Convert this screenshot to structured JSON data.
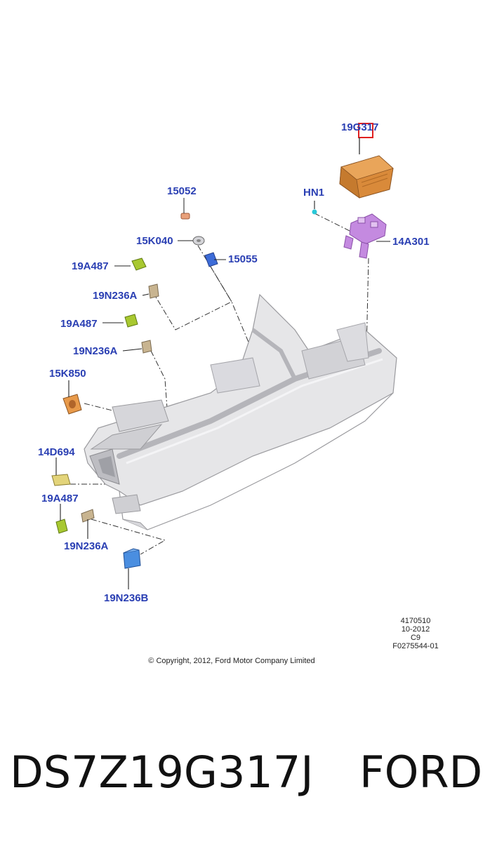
{
  "callouts": {
    "c19G317": "19G317",
    "cHN1": "HN1",
    "c14A301": "14A301",
    "c15052": "15052",
    "c15K040": "15K040",
    "c15055": "15055",
    "c19A487a": "19A487",
    "c19N236Aa": "19N236A",
    "c19A487b": "19A487",
    "c19N236Ab": "19N236A",
    "c15K850": "15K850",
    "c14D694": "14D694",
    "c19A487c": "19A487",
    "c19N236Ac": "19N236A",
    "c19N236B": "19N236B"
  },
  "meta": {
    "line1": "4170510",
    "line2": "10-2012",
    "line3": "C9",
    "line4": "F0275544-01"
  },
  "copyright": "© Copyright, 2012, Ford Motor Company Limited",
  "footer": {
    "part_number": "DS7Z19G317J",
    "brand": "FORD"
  },
  "colors": {
    "label": "#2a3fb3",
    "highlight_box": "#e02020",
    "module": "#d98a3a",
    "bracket": "#b070d0",
    "usb": "#a8c830",
    "plug": "#c8b490",
    "console": "#e4e4e6",
    "blue_part": "#4a8ee0"
  }
}
